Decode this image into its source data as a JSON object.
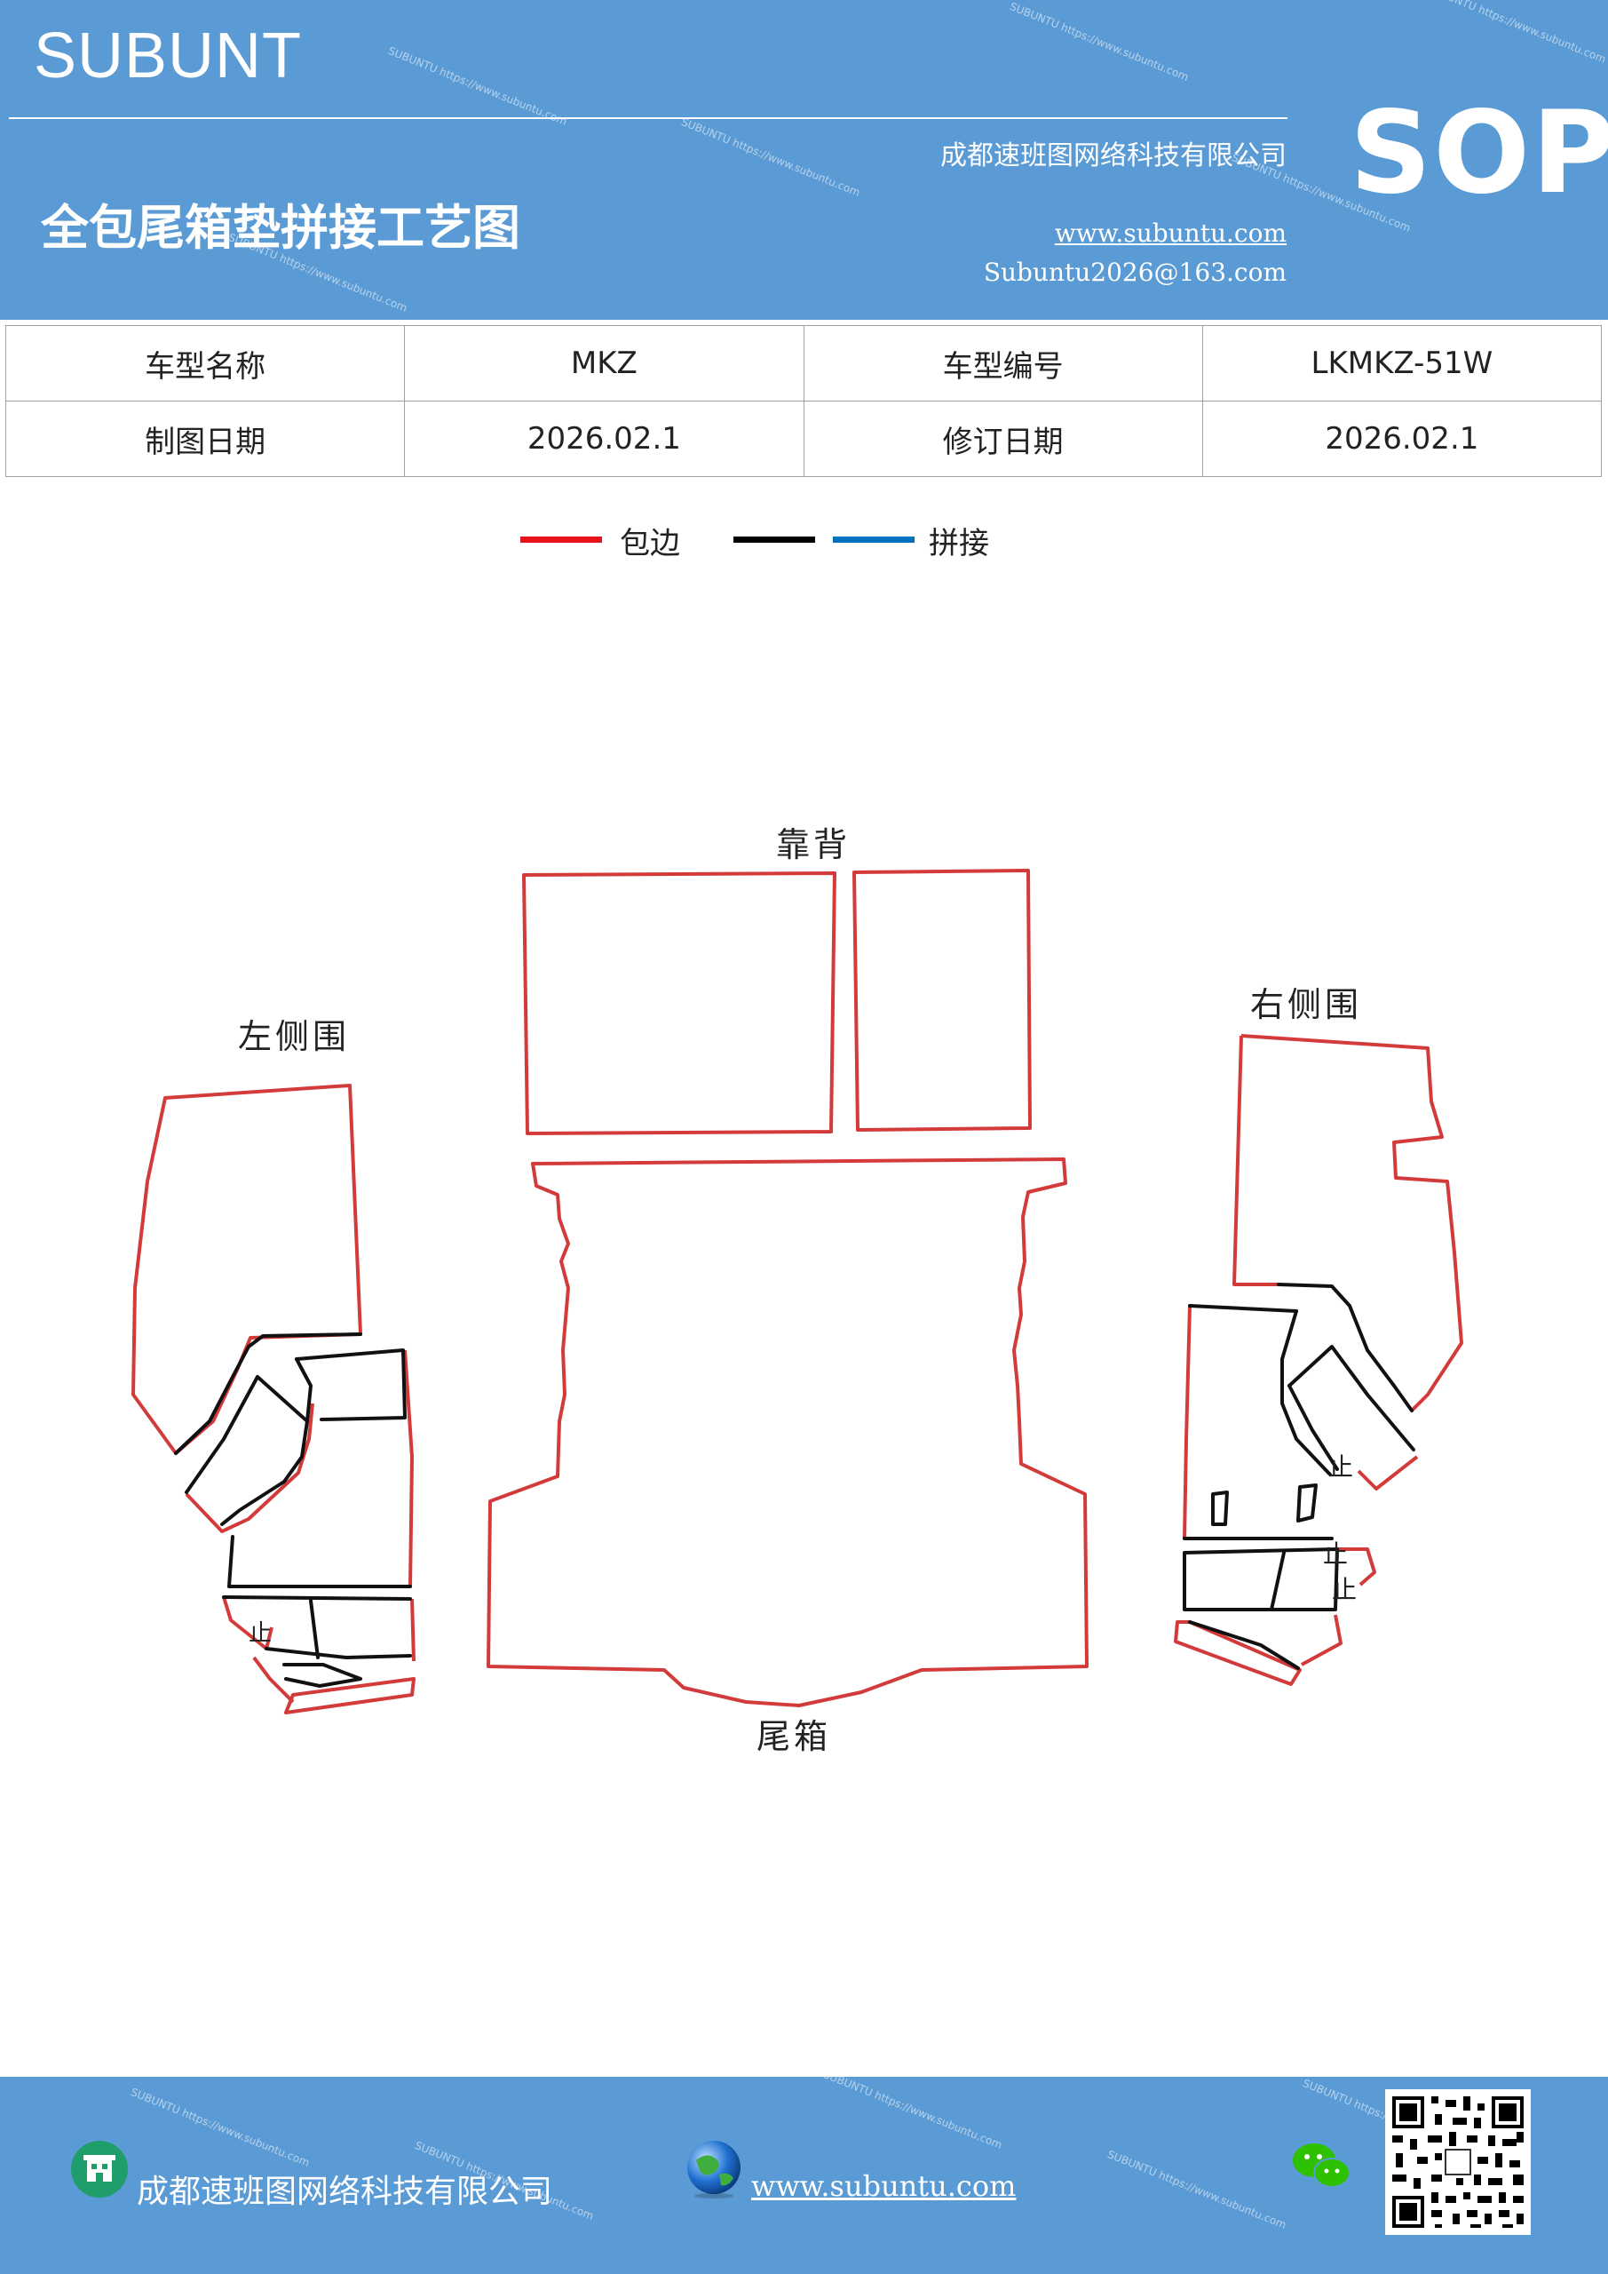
{
  "header": {
    "brand": "SUBUNT",
    "company": "成都速班图网络科技有限公司",
    "title": "全包尾箱垫拼接工艺图",
    "website": "www.subuntu.com",
    "email": "Subuntu2026@163.com",
    "badge": "SOP"
  },
  "info_table": {
    "rows": [
      [
        "车型名称",
        "MKZ",
        "车型编号",
        "LKMKZ-51W"
      ],
      [
        "制图日期",
        "2026.02.1",
        "修订日期",
        "2026.02.1"
      ]
    ]
  },
  "legend": {
    "items": [
      {
        "color": "#e8141b",
        "label": "包边"
      },
      {
        "color": "#000000",
        "label": ""
      },
      {
        "color": "#0070c0",
        "label": "拼接"
      }
    ]
  },
  "diagram": {
    "labels": {
      "back": "靠背",
      "left": "左侧围",
      "right": "右侧围",
      "trunk": "尾箱"
    },
    "stop_mark": "止",
    "colors": {
      "edge": "#d33a3a",
      "seam": "#111111"
    }
  },
  "footer": {
    "company": "成都速班图网络科技有限公司",
    "website": "www.subuntu.com"
  }
}
